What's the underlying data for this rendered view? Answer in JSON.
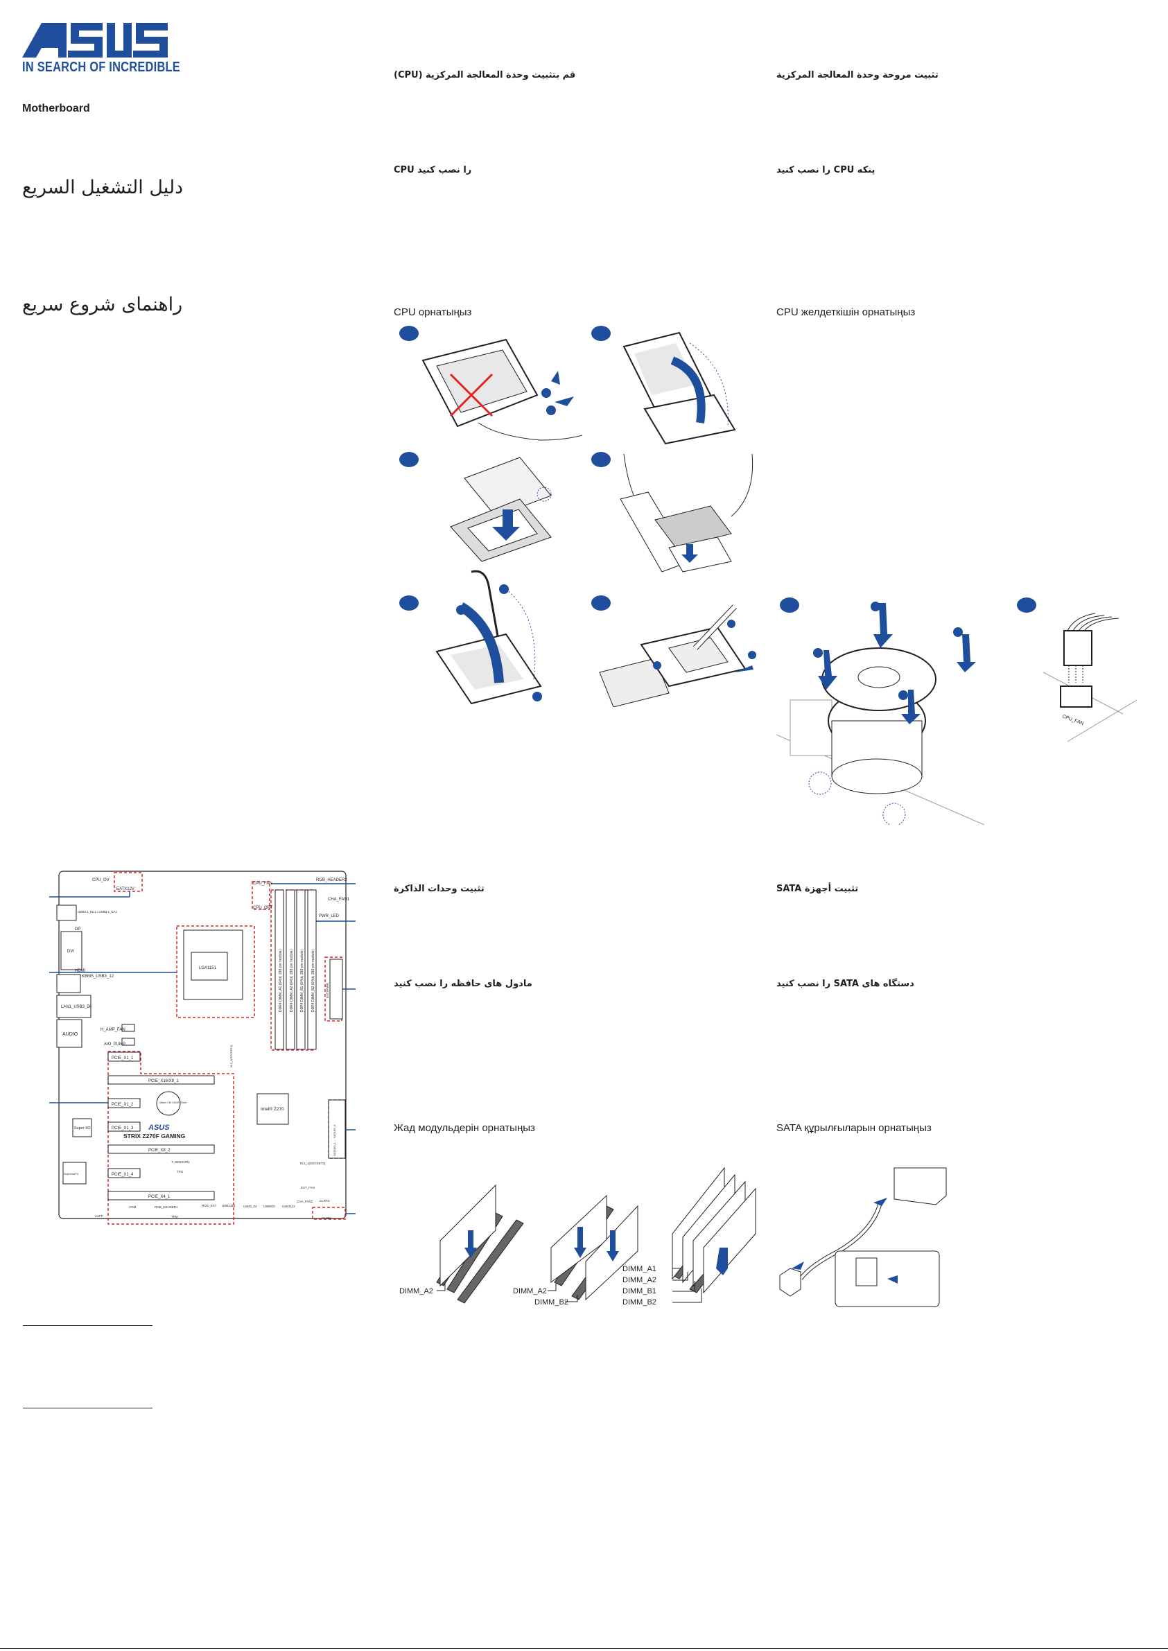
{
  "brand": {
    "logo": "ASUS",
    "tagline": "IN SEARCH OF INCREDIBLE",
    "accent": "#1f4e9c"
  },
  "product": "Motherboard",
  "titles": {
    "arabic": "دليل التشغيل السريع",
    "persian": "راهنمای شروع سریع"
  },
  "sections": {
    "cpu": {
      "ar": "قم بتثبيت وحدة المعالجة المركزية (CPU)",
      "fa": "CPU را نصب کنید",
      "kk": "CPU орнатыңыз"
    },
    "cooler": {
      "ar": "تثبيت مروحة وحدة المعالجة المركزية",
      "fa": "پنکه CPU را نصب کنید",
      "kk": "CPU желдеткішін орнатыңыз"
    },
    "memory": {
      "ar": "تثبيت وحدات الذاكرة",
      "fa": "مادول های حافظه را نصب کنید",
      "kk": "Жад модульдерін орнатыңыз"
    },
    "sata": {
      "ar": "تثبيت أجهزة SATA",
      "fa": "دستگاه های SATA را نصب کنید",
      "kk": "SATA құрылғыларын орнатыңыз"
    }
  },
  "board": {
    "model": "STRIX Z270F GAMING",
    "logo": "ASUS",
    "labels": {
      "eatx12v": "EATX12V",
      "cpu_ov": "CPU_OV",
      "cpu_fan": "CPU_FAN",
      "cpu_opt": "CPU_OPT",
      "rgb_header2": "RGB_HEADER2",
      "cha_fan1": "CHA_FAN1",
      "pwr_led": "PWR_LED",
      "usb31": "USB3.1_EC1 / USB3.1_EA1",
      "dp": "DP",
      "dvi": "DVI",
      "hdmi": "HDMI",
      "kbms": "KBMS_USB3_12",
      "lan": "LAN1_USB3_56",
      "audio": "AUDIO",
      "h_amp_fan": "H_AMP_FAN",
      "aio_pump": "AIO_PUMP",
      "socket": "LGA1151",
      "dimm_a1": "DDR4 DIMM_A1 (64bit, 288-pin module)",
      "dimm_a2": "DDR4 DIMM_A2 (64bit, 288-pin module)",
      "dimm_b1": "DDR4 DIMM_B1 (64bit, 288-pin module)",
      "dimm_b2": "DDR4 DIMM_B2 (64bit, 288-pin module)",
      "eatxpwr": "EATXPWR",
      "m2_2": "M.2_2(SOCKET3)",
      "m2_1": "M.2_1(SOCKET3)",
      "pcie_x1_1": "PCIE_X1_1",
      "pcie_x16": "PCIE_X16/X8_1",
      "pcie_x1_2": "PCIE_X1_2",
      "pcie_x1_3": "PCIE_X1_3",
      "pcie_x8_2": "PCIE_X8_2",
      "pcie_x1_4": "PCIE_X1_4",
      "pcie_x4_1": "PCIE_X4_1",
      "battery": "Lithium Cell CMOS Power",
      "chipset": "Intel® Z270",
      "super_io": "Super I/O",
      "supremefx": "SupremeFX",
      "t_sensor": "T_SENSOR1",
      "tpm_chip": "TPU",
      "sata": "SATA6G_1 … SATA6G_6",
      "ext_fan": "EXT_FAN",
      "cha_fan2": "CHA_FAN2",
      "clrtc": "CLRTC",
      "aafp": "AAFP",
      "com": "COM",
      "rgb_header1": "RGB_HEADER1",
      "tpm": "TPM",
      "rog_ext": "ROG_EXT",
      "usb1314": "USB1314",
      "usb3_34": "USB3_34",
      "usb910": "USB910",
      "usb1112": "USB1112",
      "panel": "PANEL"
    }
  },
  "memory_labels": {
    "one": [
      "DIMM_A2"
    ],
    "two": [
      "DIMM_A2",
      "DIMM_B2"
    ],
    "four": [
      "DIMM_A1",
      "DIMM_A2",
      "DIMM_B1",
      "DIMM_B2"
    ]
  },
  "fan_connector_label": "CPU_FAN"
}
